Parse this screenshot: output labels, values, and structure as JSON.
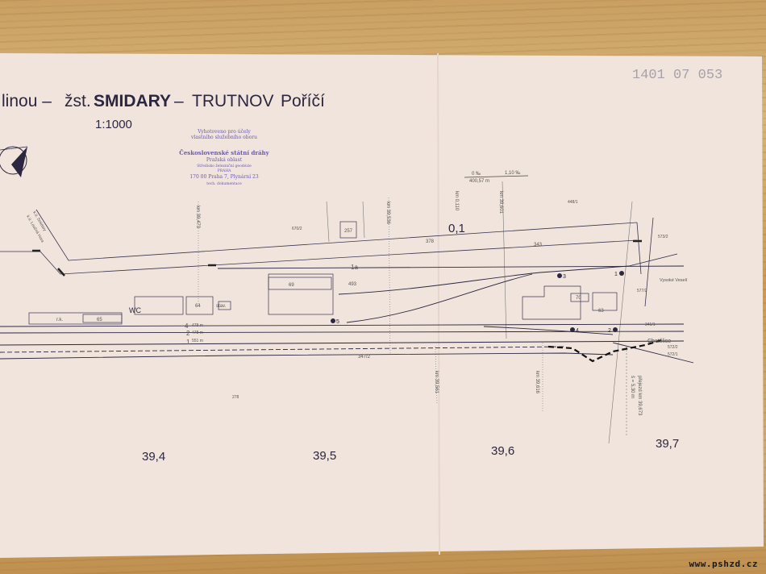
{
  "document": {
    "title_prefix": "linou –",
    "title_station_abbr": "žst.",
    "title_station": "SMIDARY",
    "title_dash": "–",
    "title_destination": "TRUTNOV",
    "title_destination_part": "Poříčí",
    "scale": "1:1000",
    "doc_number": "1401 07 053",
    "stamp": {
      "line1": "Vyhotoveno pro účely",
      "line2": "vlastního služebního oboru",
      "line3": "Československé státní dráhy",
      "line4": "Pražská oblast",
      "line5": "Středisko železniční geodézie",
      "line6": "PRAHA",
      "line7": "170 00 Praha 7, Plynární 23",
      "line8": "tech. dokumentace"
    }
  },
  "gradient": {
    "left": "0 ‰",
    "right": "1,10 ‰",
    "length": "400,57 m"
  },
  "km_markers": [
    "39,4",
    "39,5",
    "39,6",
    "39,7"
  ],
  "km_points": {
    "p1": "km 39,473",
    "p2": "km 39,536",
    "p3": "km 0,110",
    "p4": "km 39,601",
    "p5": "km 39,561",
    "p6": "km 39,616",
    "p7": "přejezd km 39,673",
    "p8": "š = 5,30 m"
  },
  "branch_km": "0,1",
  "tracks": {
    "t1a": "1a",
    "t4": "4",
    "t2": "2",
    "t1": "1",
    "t4_len": "478 m",
    "t2_len": "478 m",
    "t1_len": "551 m"
  },
  "switches": [
    "1",
    "2",
    "3",
    "4",
    "5"
  ],
  "buildings": {
    "wc": "WC",
    "stav": "stav.",
    "rk": "r.k.",
    "b64": "64",
    "b65": "65",
    "b69": "69",
    "b257": "257",
    "b63": "63",
    "b70": "70",
    "p493": "493",
    "p378": "378",
    "p343": "343",
    "p347": "347/2",
    "p341": "341/1",
    "p572a": "572/2",
    "p572b": "572/1",
    "p670": "670/2",
    "p448": "448/1",
    "p577": "577/2",
    "p573": "573/2",
    "p278": "278"
  },
  "places": {
    "chotelice": "Chotělice",
    "vysoke": "Vysoké Veselí",
    "smidary": "k.ú. Smidary",
    "loucna": "k.ú. Loučná Hora"
  },
  "watermark": "www.pshzd.cz",
  "colors": {
    "paper": "#f1e4dc",
    "ink": "#2b2740",
    "stamp": "#6a5ab0",
    "wood": "#c9a062"
  }
}
